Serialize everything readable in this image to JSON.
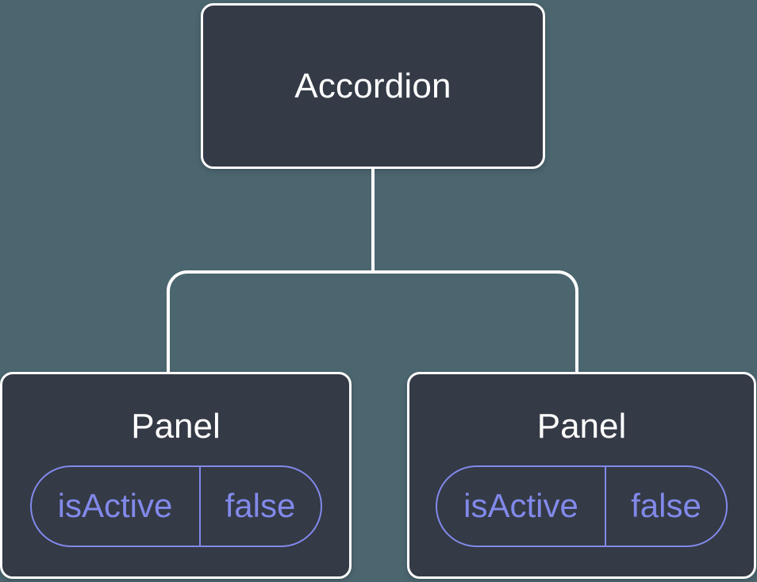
{
  "diagram": {
    "root": {
      "label": "Accordion"
    },
    "panels": [
      {
        "label": "Panel",
        "prop": {
          "name": "isActive",
          "value": "false"
        }
      },
      {
        "label": "Panel",
        "prop": {
          "name": "isActive",
          "value": "false"
        }
      }
    ],
    "colors": {
      "background": "#4C6670",
      "node_fill": "#343A46",
      "node_border": "#FFFFFF",
      "connector": "#FFFFFF",
      "title_text": "#FFFFFF",
      "prop_accent": "#8289EA"
    }
  }
}
